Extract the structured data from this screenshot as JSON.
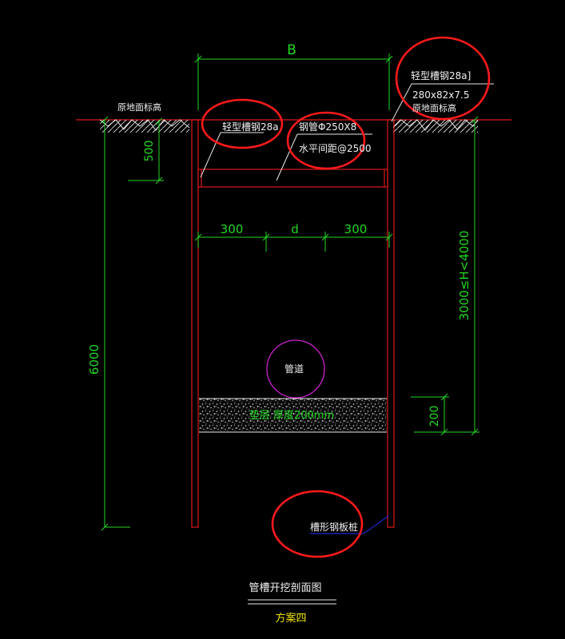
{
  "labels": {
    "dim_B": "B",
    "ground_left": "原地面标高",
    "ground_right": "原地面标高",
    "channel_left": "轻型槽钢28a",
    "channel_right": "轻型槽钢28a]",
    "channel_right_size": "280x82x7.5",
    "steel_pipe": "钢管Φ250X8",
    "spacing": "水平间距@2500",
    "dim_500": "500",
    "dim_300_left": "300",
    "dim_d": "d",
    "dim_300_right": "300",
    "dim_depth_range": "3000≤H<4000",
    "dim_6000": "6000",
    "pipe": "管道",
    "cushion": "垫层 厚度200mm",
    "dim_200": "200",
    "sheet_pile": "槽形钢板桩",
    "title": "管槽开挖剖面图",
    "subtitle": "方案四"
  },
  "colors": {
    "background": "#000000",
    "dimension": "#22d822",
    "structure": "#e01818",
    "highlight": "#ff1a1a",
    "pipe": "#cc22cc",
    "leader": "#2233ff",
    "text": "#f0f0f0",
    "subtitle": "#f2e600"
  }
}
